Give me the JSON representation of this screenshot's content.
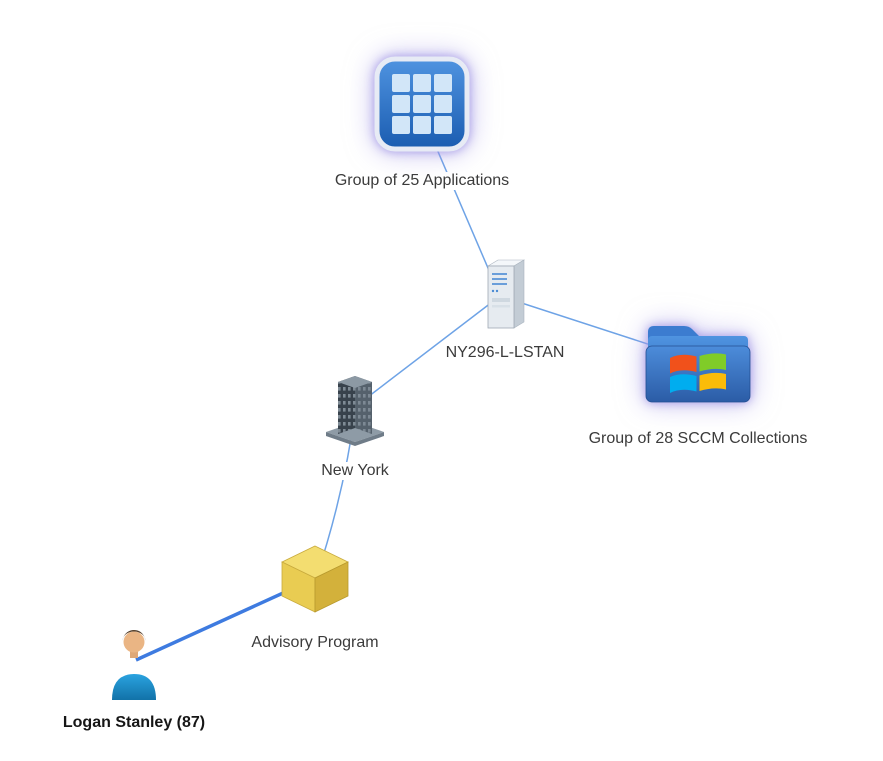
{
  "diagram": {
    "background_color": "#ffffff",
    "edge_color": "#6ea3e6",
    "edge_emphasis_color": "#3e7be0",
    "glow_color": "#9e94e4",
    "nodes": [
      {
        "id": "application-group",
        "label": "Group of 25 Applications",
        "type": "application-group",
        "icon": "app-grid-icon"
      },
      {
        "id": "server",
        "label": "NY296-L-LSTAN",
        "type": "computer",
        "icon": "server-icon"
      },
      {
        "id": "sccm-collection-group",
        "label": "Group of 28 SCCM Collections",
        "type": "sccm-collection-group",
        "icon": "windows-folder-icon"
      },
      {
        "id": "location",
        "label": "New York",
        "type": "location",
        "icon": "building-icon"
      },
      {
        "id": "program",
        "label": "Advisory Program",
        "type": "program",
        "icon": "cube-icon"
      },
      {
        "id": "person",
        "label": "Logan Stanley (87)",
        "type": "person",
        "icon": "person-icon"
      }
    ],
    "edges": [
      {
        "from": "application-group",
        "to": "server",
        "emphasized": false
      },
      {
        "from": "server",
        "to": "sccm-collection-group",
        "emphasized": false
      },
      {
        "from": "server",
        "to": "location",
        "emphasized": false
      },
      {
        "from": "location",
        "to": "program",
        "emphasized": false
      },
      {
        "from": "program",
        "to": "person",
        "emphasized": true
      }
    ]
  }
}
